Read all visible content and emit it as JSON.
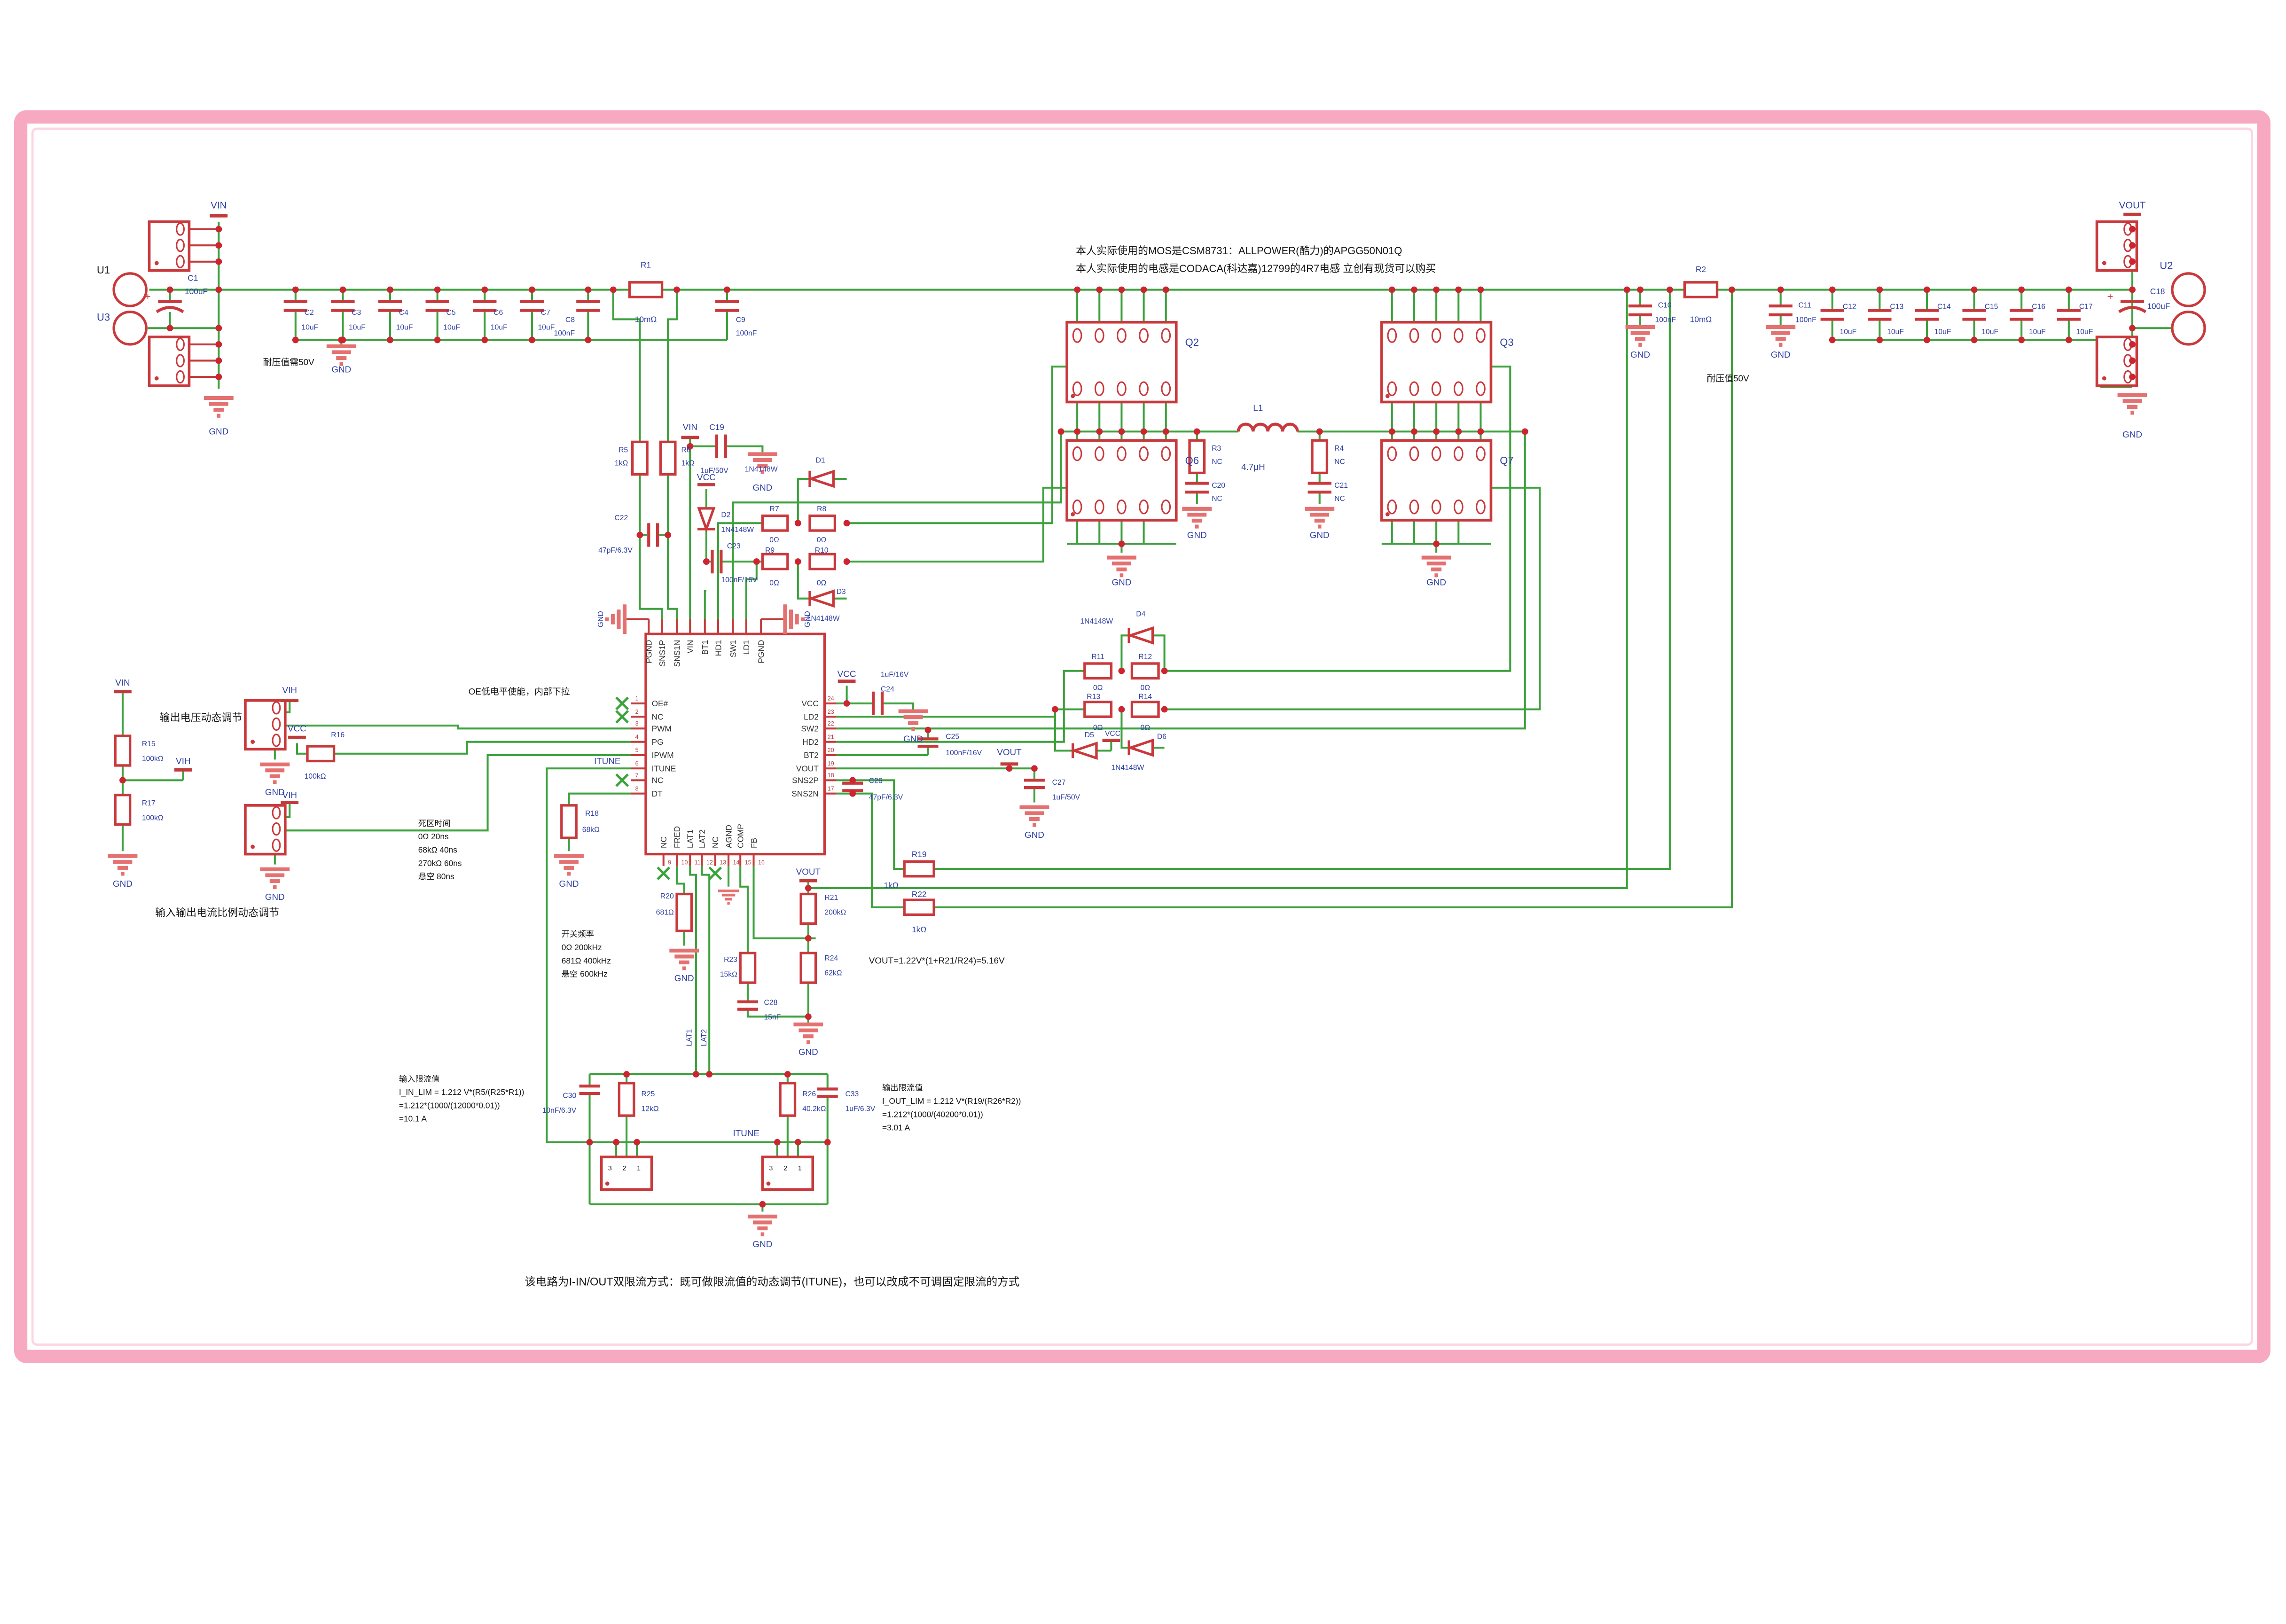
{
  "ports": {
    "u1": "U1",
    "u2": "U2",
    "u3": "U3",
    "vin": "VIN",
    "vout": "VOUT",
    "gnd": "GND",
    "vcc": "VCC",
    "vih": "VIH",
    "itune": "ITUNE",
    "lat1": "LAT1",
    "lat2": "LAT2"
  },
  "ic": {
    "left": [
      "OE#",
      "NC",
      "PWM",
      "PG",
      "IPWM",
      "ITUNE",
      "NC",
      "DT"
    ],
    "left_nums": [
      "1",
      "2",
      "3",
      "4",
      "5",
      "6",
      "7",
      "8"
    ],
    "bottom": [
      "NC",
      "FRED",
      "LAT1",
      "LAT2",
      "NC",
      "AGND",
      "COMP",
      "FB"
    ],
    "bottom_nums": [
      "9",
      "10",
      "11",
      "12",
      "13",
      "14",
      "15",
      "16"
    ],
    "right": [
      "VCC",
      "LD2",
      "SW2",
      "HD2",
      "BT2",
      "VOUT",
      "SNS2P",
      "SNS2N"
    ],
    "right_nums": [
      "24",
      "23",
      "22",
      "21",
      "20",
      "19",
      "18",
      "17"
    ],
    "top": [
      "PGND",
      "SNS1P",
      "SNS1N",
      "VIN",
      "BT1",
      "HD1",
      "SW1",
      "LD1",
      "PGND"
    ]
  },
  "parts": {
    "r1": {
      "ref": "R1",
      "val": "10mΩ"
    },
    "r2": {
      "ref": "R2",
      "val": "10mΩ"
    },
    "r3": {
      "ref": "R3",
      "val": "NC"
    },
    "r4": {
      "ref": "R4",
      "val": "NC"
    },
    "r5": {
      "ref": "R5",
      "val": "1kΩ"
    },
    "r6": {
      "ref": "R6",
      "val": "1kΩ"
    },
    "r7": {
      "ref": "R7",
      "val": "0Ω"
    },
    "r8": {
      "ref": "R8",
      "val": "0Ω"
    },
    "r9": {
      "ref": "R9",
      "val": "0Ω"
    },
    "r10": {
      "ref": "R10",
      "val": "0Ω"
    },
    "r11": {
      "ref": "R11",
      "val": "0Ω"
    },
    "r12": {
      "ref": "R12",
      "val": "0Ω"
    },
    "r13": {
      "ref": "R13",
      "val": "0Ω"
    },
    "r14": {
      "ref": "R14",
      "val": "0Ω"
    },
    "r15": {
      "ref": "R15",
      "val": "100kΩ"
    },
    "r16": {
      "ref": "R16",
      "val": "100kΩ"
    },
    "r17": {
      "ref": "R17",
      "val": "100kΩ"
    },
    "r18": {
      "ref": "R18",
      "val": "68kΩ"
    },
    "r19": {
      "ref": "R19",
      "val": "1kΩ"
    },
    "r20": {
      "ref": "R20",
      "val": "681Ω"
    },
    "r21": {
      "ref": "R21",
      "val": "200kΩ"
    },
    "r22": {
      "ref": "R22",
      "val": "1kΩ"
    },
    "r23": {
      "ref": "R23",
      "val": "15kΩ"
    },
    "r24": {
      "ref": "R24",
      "val": "62kΩ"
    },
    "r25": {
      "ref": "R25",
      "val": "12kΩ"
    },
    "r26": {
      "ref": "R26",
      "val": "40.2kΩ"
    },
    "c1": {
      "ref": "C1",
      "val": "100uF"
    },
    "c2": {
      "ref": "C2",
      "val": "10uF"
    },
    "c3": {
      "ref": "C3",
      "val": "10uF"
    },
    "c4": {
      "ref": "C4",
      "val": "10uF"
    },
    "c5": {
      "ref": "C5",
      "val": "10uF"
    },
    "c6": {
      "ref": "C6",
      "val": "10uF"
    },
    "c7": {
      "ref": "C7",
      "val": "10uF"
    },
    "c8": {
      "ref": "C8",
      "val": "100nF"
    },
    "c9": {
      "ref": "C9",
      "val": "100nF"
    },
    "c10": {
      "ref": "C10",
      "val": "100nF"
    },
    "c11": {
      "ref": "C11",
      "val": "100nF"
    },
    "c12": {
      "ref": "C12",
      "val": "10uF"
    },
    "c13": {
      "ref": "C13",
      "val": "10uF"
    },
    "c14": {
      "ref": "C14",
      "val": "10uF"
    },
    "c15": {
      "ref": "C15",
      "val": "10uF"
    },
    "c16": {
      "ref": "C16",
      "val": "10uF"
    },
    "c17": {
      "ref": "C17",
      "val": "10uF"
    },
    "c18": {
      "ref": "C18",
      "val": "100uF"
    },
    "c19": {
      "ref": "C19",
      "val": "1uF/50V"
    },
    "c20": {
      "ref": "C20",
      "val": "NC"
    },
    "c21": {
      "ref": "C21",
      "val": "NC"
    },
    "c22": {
      "ref": "C22",
      "val": "47pF/6.3V"
    },
    "c23": {
      "ref": "C23",
      "val": "100nF/16V"
    },
    "c24": {
      "ref": "C24",
      "val": "1uF/16V"
    },
    "c25": {
      "ref": "C25",
      "val": "100nF/16V"
    },
    "c26": {
      "ref": "C26",
      "val": "47pF/6.3V"
    },
    "c27": {
      "ref": "C27",
      "val": "1uF/50V"
    },
    "c28": {
      "ref": "C28",
      "val": "15nF"
    },
    "c30": {
      "ref": "C30",
      "val": "10nF/6.3V"
    },
    "c33": {
      "ref": "C33",
      "val": "1uF/6.3V"
    },
    "d1": {
      "ref": "D1",
      "val": "1N4148W"
    },
    "d2": {
      "ref": "D2",
      "val": "1N4148W"
    },
    "d3": {
      "ref": "D3",
      "val": "1N4148W"
    },
    "d4": {
      "ref": "D4",
      "val": "1N4148W"
    },
    "d5": {
      "ref": "D5",
      "val": "1N4148W"
    },
    "d6": {
      "ref": "D6",
      "val": "1N4148W"
    },
    "l1": {
      "ref": "L1",
      "val": "4.7μH"
    },
    "q2": {
      "ref": "Q2"
    },
    "q3": {
      "ref": "Q3"
    },
    "q6": {
      "ref": "Q6"
    },
    "q7": {
      "ref": "Q7"
    },
    "hdr": {
      "pins": "3 2 1"
    }
  },
  "notes": {
    "top1": "本人实际使用的MOS是CSM8731：ALLPOWER(酷力)的APGG50N01Q",
    "top2": "本人实际使用的电感是CODACA(科达嘉)12799的4R7电感 立创有现货可以购买",
    "cap_left": "耐压值需50V",
    "cap_right": "耐压值50V",
    "oe": "OE低电平使能，内部下拉",
    "dt": [
      "死区时间",
      "0Ω 20ns",
      "68kΩ 40ns",
      "270kΩ 60ns",
      "悬空 80ns"
    ],
    "freq": [
      "开关频率",
      "0Ω 200kHz",
      "681Ω 400kHz",
      "悬空 600kHz"
    ],
    "vout_formula": "VOUT=1.22V*(1+R21/R24)=5.16V",
    "adj_v": "输出电压动态调节",
    "adj_i": "输入输出电流比例动态调节",
    "in_lim": [
      "输入限流值",
      "I_IN_LIM = 1.212 V*(R5/(R25*R1))",
      "=1.212*(1000/(12000*0.01))",
      "=10.1 A"
    ],
    "out_lim": [
      "输出限流值",
      "I_OUT_LIM = 1.212 V*(R19/(R26*R2))",
      "=1.212*(1000/(40200*0.01))",
      "=3.01 A"
    ],
    "bottom": "该电路为I-IN/OUT双限流方式：既可做限流值的动态调节(ITUNE)，也可以改成不可调固定限流的方式"
  }
}
